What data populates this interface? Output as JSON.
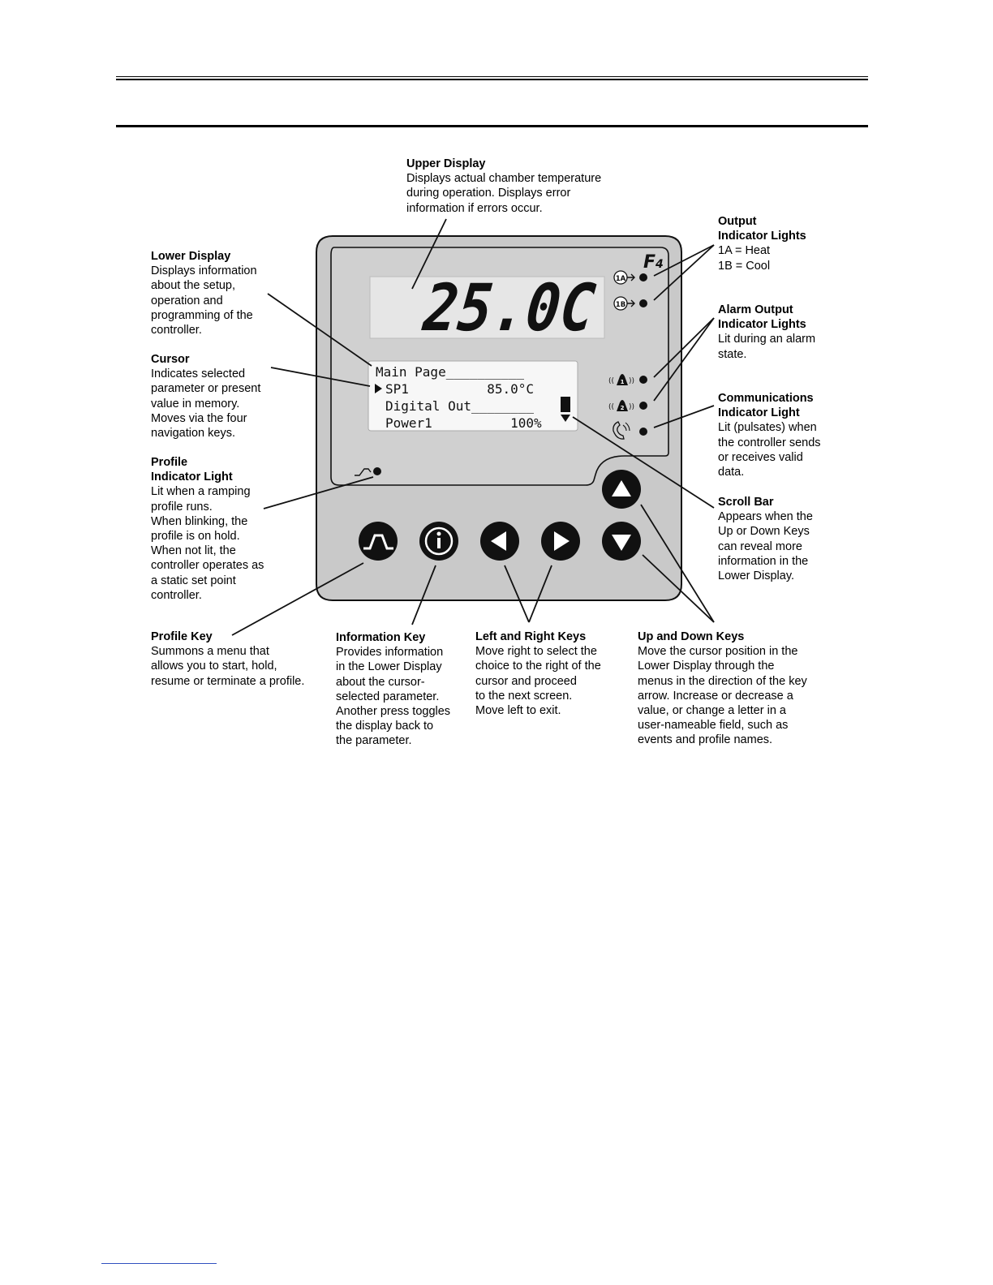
{
  "callouts": {
    "upper_display": {
      "title": "Upper Display",
      "lines": [
        "Displays actual chamber temperature",
        "during operation. Displays error",
        "information if errors occur."
      ]
    },
    "lower_display": {
      "title": "Lower Display",
      "lines": [
        "Displays information",
        "about the setup,",
        "operation and",
        "programming of the",
        "controller."
      ]
    },
    "cursor": {
      "title": "Cursor",
      "lines": [
        "Indicates selected",
        "parameter or present",
        "value in memory.",
        "Moves via the four",
        "navigation keys."
      ]
    },
    "profile_light": {
      "title": "Profile",
      "title2": "Indicator Light",
      "lines": [
        "Lit when a ramping",
        "profile runs.",
        "When blinking, the",
        "profile is on hold.",
        "When not lit, the",
        "controller operates as",
        "a static set point",
        "controller."
      ]
    },
    "output_lights": {
      "title": "Output",
      "title2": "Indicator Lights",
      "lines": [
        "1A = Heat",
        "1B = Cool"
      ]
    },
    "alarm_lights": {
      "title": "Alarm Output",
      "title2": "Indicator Lights",
      "lines": [
        "Lit during an alarm",
        "state."
      ]
    },
    "comm_light": {
      "title": "Communications",
      "title2": "Indicator Light",
      "lines": [
        "Lit (pulsates) when",
        "the controller sends",
        "or receives valid",
        "data."
      ]
    },
    "scroll_bar": {
      "title": "Scroll Bar",
      "lines": [
        "Appears when the",
        "Up or Down Keys",
        "can reveal more",
        "information in the",
        "Lower Display."
      ]
    },
    "profile_key": {
      "title": "Profile Key",
      "lines": [
        "Summons a menu that",
        "allows you to start, hold,",
        "resume or terminate a profile."
      ]
    },
    "info_key": {
      "title": "Information Key",
      "lines": [
        "Provides information",
        "in the Lower Display",
        "about the cursor-",
        "selected parameter.",
        "Another press toggles",
        "the display back to",
        "the parameter."
      ]
    },
    "lr_keys": {
      "title": "Left and Right Keys",
      "lines": [
        "Move right to select the",
        "choice to the right of the",
        "cursor and proceed",
        "to the next screen.",
        "Move left to exit."
      ]
    },
    "ud_keys": {
      "title": "Up and Down Keys",
      "lines": [
        "Move the cursor position in the",
        "Lower Display through the",
        "menus in the direction of the key",
        "arrow. Increase or decrease a",
        "value, or change a letter in a",
        "user-nameable field, such as",
        "events and profile names."
      ]
    }
  },
  "device": {
    "brand": "F",
    "brand_sub": "4",
    "upper_value": "25.0C",
    "lower_lines": [
      "Main Page__________",
      "SP1          85.0°C",
      "Digital Out________",
      "Power1          100%"
    ],
    "output_1a": "1A",
    "output_1b": "1B",
    "alarm_1": "1",
    "alarm_2": "2"
  }
}
